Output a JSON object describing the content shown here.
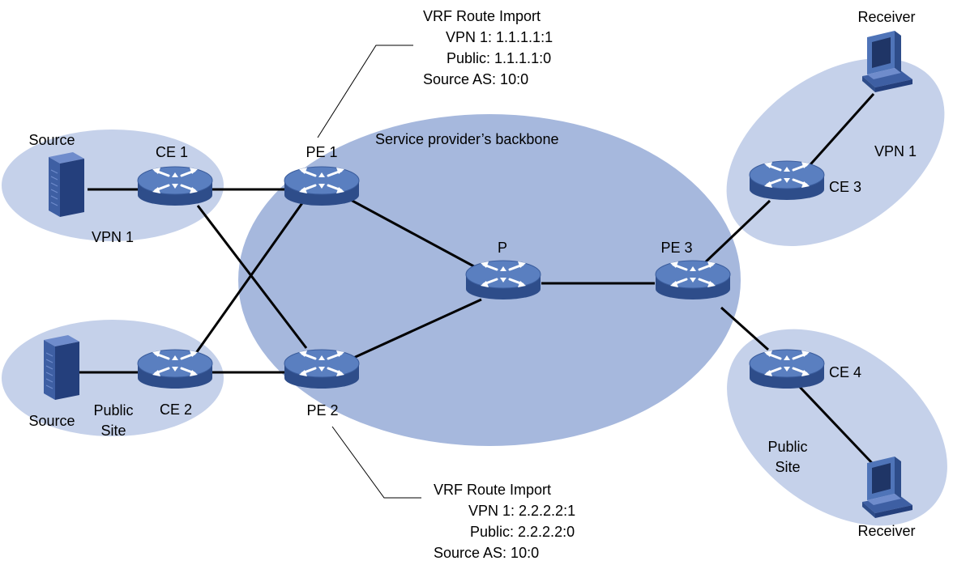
{
  "backbone": {
    "label": "Service provider’s backbone"
  },
  "annotations": {
    "pe1": {
      "title": "VRF Route Import",
      "vpn": "VPN 1: 1.1.1.1:1",
      "public": "Public: 1.1.1.1:0",
      "source_as": "Source AS: 10:0"
    },
    "pe2": {
      "title": "VRF Route Import",
      "vpn": "VPN 1: 2.2.2.2:1",
      "public": "Public: 2.2.2.2:0",
      "source_as": "Source AS: 10:0"
    }
  },
  "devices": {
    "ce1": "CE 1",
    "ce2": "CE 2",
    "ce3": "CE 3",
    "ce4": "CE 4",
    "pe1": "PE 1",
    "pe2": "PE 2",
    "pe3": "PE 3",
    "p": "P"
  },
  "hosts": {
    "source1": "Source",
    "source2": "Source",
    "receiver1": "Receiver",
    "receiver2": "Receiver"
  },
  "sites": {
    "vpn1_left": "VPN 1",
    "public_left_line1": "Public",
    "public_left_line2": "Site",
    "vpn1_right": "VPN 1",
    "public_right_line1": "Public",
    "public_right_line2": "Site"
  },
  "colors": {
    "site_fill": "#c5d1ea",
    "backbone_fill": "#a6b8dd",
    "router_top": "#4f74b8",
    "router_side": "#2e4d8a",
    "link": "#000000"
  }
}
